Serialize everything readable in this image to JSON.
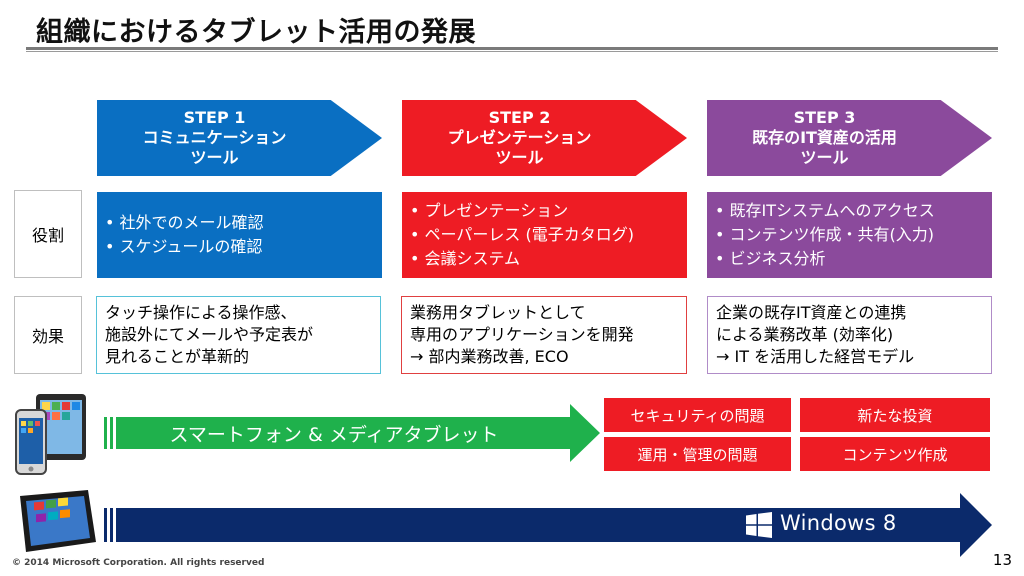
{
  "title": "組織におけるタブレット活用の発展",
  "colors": {
    "step1": "#0a6fc2",
    "step2": "#ee1c24",
    "step3": "#8b4a9c",
    "smartphone_arrow": "#1fb14c",
    "windows_arrow": "#0b2a6b"
  },
  "steps": [
    {
      "title": "STEP 1",
      "line1": "コミュニケーション",
      "line2": "ツール"
    },
    {
      "title": "STEP 2",
      "line1": "プレゼンテーション",
      "line2": "ツール"
    },
    {
      "title": "STEP 3",
      "line1": "既存のIT資産の活用",
      "line2": "ツール"
    }
  ],
  "rows": {
    "role": "役割",
    "effect": "効果"
  },
  "roles": [
    [
      "• 社外でのメール確認",
      "• スケジュールの確認"
    ],
    [
      "• プレゼンテーション",
      "• ペーパーレス (電子カタログ)",
      "• 会議システム"
    ],
    [
      "• 既存ITシステムへのアクセス",
      "• コンテンツ作成・共有(入力)",
      "• ビジネス分析"
    ]
  ],
  "effects": [
    [
      "タッチ操作による操作感、",
      "施設外にてメールや予定表が",
      "見れることが革新的"
    ],
    [
      "業務用タブレットとして",
      "専用のアプリケーションを開発",
      "→ 部内業務改善, ECO"
    ],
    [
      "企業の既存IT資産との連携",
      "による業務改革 (効率化)",
      "→ IT を活用した経営モデル"
    ]
  ],
  "smartphone_arrow_label": "スマートフォン & メディアタブレット",
  "issues": [
    "セキュリティの問題",
    "新たな投資",
    "運用・管理の問題",
    "コンテンツ作成"
  ],
  "windows_label": "Windows 8",
  "icons": {
    "windows": "windows-logo-icon",
    "smartphone": "smartphone-tablet-image",
    "tablet": "windows-tablet-image"
  },
  "footer": "© 2014 Microsoft Corporation. All rights reserved",
  "page_number": "13"
}
